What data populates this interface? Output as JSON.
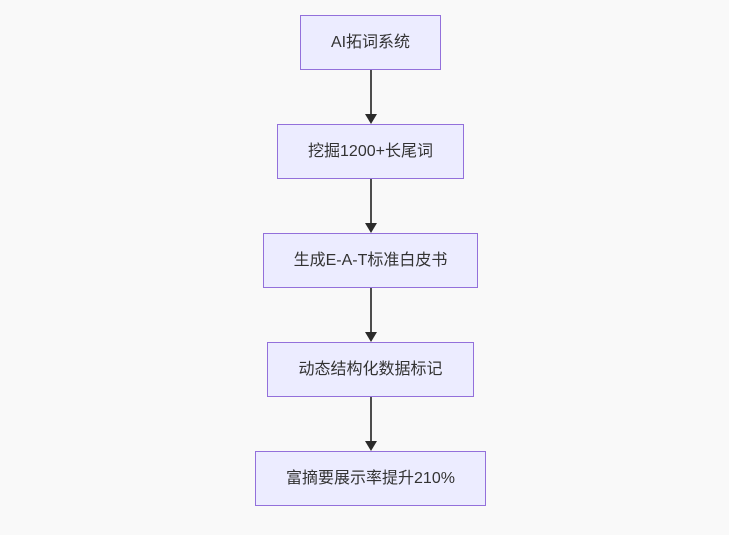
{
  "flowchart": {
    "type": "vertical-flowchart",
    "colors": {
      "background": "#f9f9f9",
      "node_fill": "#ECECFF",
      "node_border": "#9370DB",
      "text": "#333333",
      "arrow": "#4d4d4d"
    },
    "nodes": [
      {
        "label": "AI拓词系统"
      },
      {
        "label": "挖掘1200+长尾词"
      },
      {
        "label": "生成E-A-T标准白皮书"
      },
      {
        "label": "动态结构化数据标记"
      },
      {
        "label": "富摘要展示率提升210%"
      }
    ],
    "edges": [
      {
        "from": 0,
        "to": 1
      },
      {
        "from": 1,
        "to": 2
      },
      {
        "from": 2,
        "to": 3
      },
      {
        "from": 3,
        "to": 4
      }
    ]
  }
}
